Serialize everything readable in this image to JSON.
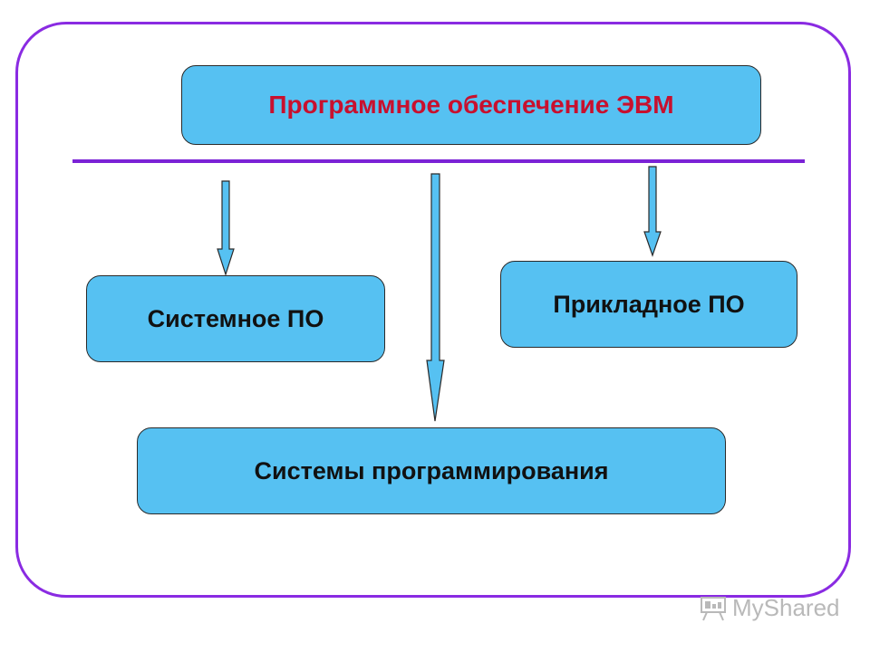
{
  "diagram": {
    "root": {
      "label": "Программное обеспечение ЭВМ",
      "text_color": "#c8102e"
    },
    "nodes": [
      {
        "id": "system",
        "label": "Системное ПО"
      },
      {
        "id": "applied",
        "label": "Прикладное ПО"
      },
      {
        "id": "programming",
        "label": "Системы программирования"
      }
    ],
    "box_color": "#56c1f2",
    "line_color": "#7b22d6",
    "frame_color": "#8a2be2"
  },
  "watermark": {
    "text": "MyShared",
    "icon": "presentation-board-icon"
  }
}
